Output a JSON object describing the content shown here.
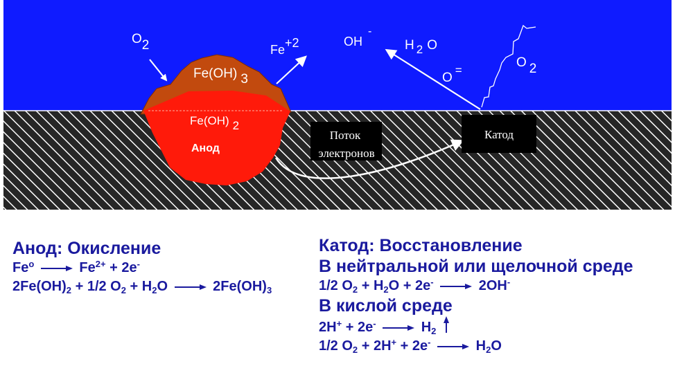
{
  "diagram": {
    "labels": {
      "o2_left": "O",
      "o2_left_sub": "2",
      "fe_ion": "Fe",
      "fe_ion_sup": "+2",
      "fe_oh3": "Fe(OH)",
      "fe_oh3_sub": "3",
      "fe_oh2": "Fe(OH)",
      "fe_oh2_sub": "2",
      "anode": "Анод",
      "oh": "OH",
      "oh_sup": "-",
      "h2o": "H",
      "h2o_sub": "2",
      "h2o_o": "O",
      "o_ion": "O",
      "o_ion_sup": "=",
      "o2_right": "O",
      "o2_right_sub": "2",
      "electron_flow_line1": "Поток",
      "electron_flow_line2": "электронов",
      "cathode_box": "Катод"
    },
    "colors": {
      "electrolyte": "#0f1bff",
      "metal_hatch_bg": "#2a2a2a",
      "anode": "#ff1a0a",
      "rust": "#c24a0e",
      "label_box": "#000000"
    }
  },
  "anode_section": {
    "title": "Анод: Окисление",
    "eq1": {
      "a": "Fe",
      "a_sup": "o",
      "b": "Fe",
      "b_sup": "2+",
      "c": " + 2e",
      "c_sup": "-"
    },
    "eq2": {
      "a": "2Fe(OH)",
      "a_sub": "2",
      "b": " + 1/2 O",
      "b_sub": "2",
      "c": " + H",
      "c_sub": "2",
      "d": "O",
      "e": "2Fe(OH)",
      "e_sub": "3"
    }
  },
  "cathode_section": {
    "title": "Катод: Восстановление",
    "neutral_title": "В нейтральной или щелочной среде",
    "eq1": {
      "a": "1/2 O",
      "a_sub": "2",
      "b": " + H",
      "b_sub": "2",
      "c": "O + 2e",
      "c_sup": "-",
      "d": "2OH",
      "d_sup": "-"
    },
    "acid_title": "В кислой среде",
    "eq2": {
      "a": "2H",
      "a_sup": "+",
      "b": " + 2e",
      "b_sup": "-",
      "c": "H",
      "c_sub": "2"
    },
    "eq3": {
      "a": "1/2 O",
      "a_sub": "2",
      "b": " + 2H",
      "b_sup": "+",
      "c": " + 2e",
      "c_sup": "-",
      "d": "H",
      "d_sub": "2",
      "e": "O"
    }
  }
}
